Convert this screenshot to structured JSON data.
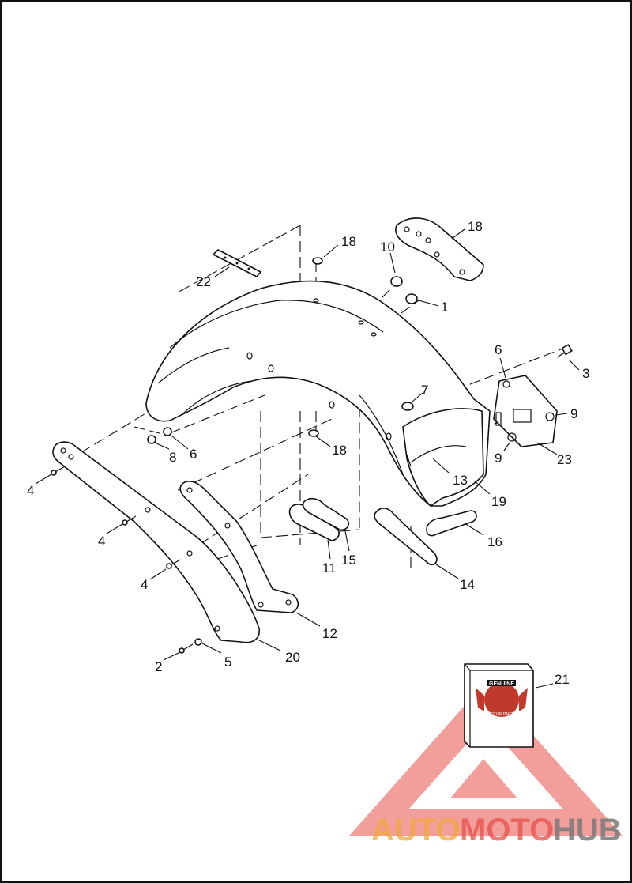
{
  "callouts": [
    {
      "id": "c1",
      "text": "1"
    },
    {
      "id": "c2",
      "text": "2"
    },
    {
      "id": "c3",
      "text": "3"
    },
    {
      "id": "c4a",
      "text": "4"
    },
    {
      "id": "c4b",
      "text": "4"
    },
    {
      "id": "c4c",
      "text": "4"
    },
    {
      "id": "c5",
      "text": "5"
    },
    {
      "id": "c6a",
      "text": "6"
    },
    {
      "id": "c6b",
      "text": "6"
    },
    {
      "id": "c7",
      "text": "7"
    },
    {
      "id": "c8",
      "text": "8"
    },
    {
      "id": "c9a",
      "text": "9"
    },
    {
      "id": "c9b",
      "text": "9"
    },
    {
      "id": "c10",
      "text": "10"
    },
    {
      "id": "c11",
      "text": "11"
    },
    {
      "id": "c12",
      "text": "12"
    },
    {
      "id": "c13",
      "text": "13"
    },
    {
      "id": "c14",
      "text": "14"
    },
    {
      "id": "c15",
      "text": "15"
    },
    {
      "id": "c16",
      "text": "16"
    },
    {
      "id": "c18a",
      "text": "18"
    },
    {
      "id": "c18b",
      "text": "18"
    },
    {
      "id": "c18c",
      "text": "18"
    },
    {
      "id": "c19",
      "text": "19"
    },
    {
      "id": "c20",
      "text": "20"
    },
    {
      "id": "c21",
      "text": "21"
    },
    {
      "id": "c22",
      "text": "22"
    },
    {
      "id": "c23",
      "text": "23"
    }
  ],
  "watermark": {
    "part1": "AUTO",
    "part2": "MOTO",
    "part3": "HUB",
    "colors": {
      "auto": "#f2a93b",
      "moto": "#e8504a",
      "hub": "#7a7a7a",
      "triangle": "#e8504a"
    }
  },
  "logo_box": {
    "logo_text": [
      "GENUINE",
      "MOTOR PARTS"
    ],
    "logo_color": "#c0392b"
  },
  "icons": [
    "fender-icon",
    "bolt-icon",
    "washer-icon",
    "bracket-icon",
    "strut-icon",
    "parts-kit-icon",
    "watermark-logo-icon"
  ]
}
